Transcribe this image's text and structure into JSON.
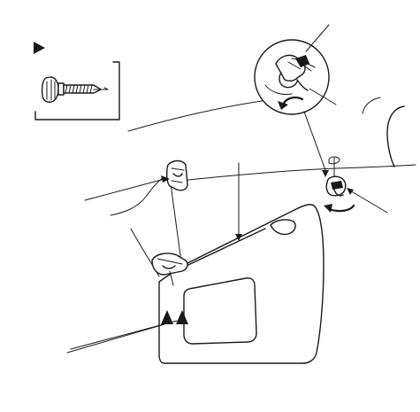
{
  "diagram": {
    "ink_color": "#1a1a1a",
    "background_color": "#ffffff",
    "icons": {
      "legend_marker": "black-triangle-right-icon",
      "fastener": "self-tapping-screw-icon",
      "clip_marker": "black-triangle-icon",
      "rotation": "curved-arrow-icon"
    },
    "callouts": [
      {
        "id": "detail-view"
      },
      {
        "id": "detail-inner-part"
      },
      {
        "id": "clip-rotate"
      },
      {
        "id": "upper-hinge-bracket"
      },
      {
        "id": "visor-edge"
      },
      {
        "id": "screw-locations"
      }
    ]
  }
}
